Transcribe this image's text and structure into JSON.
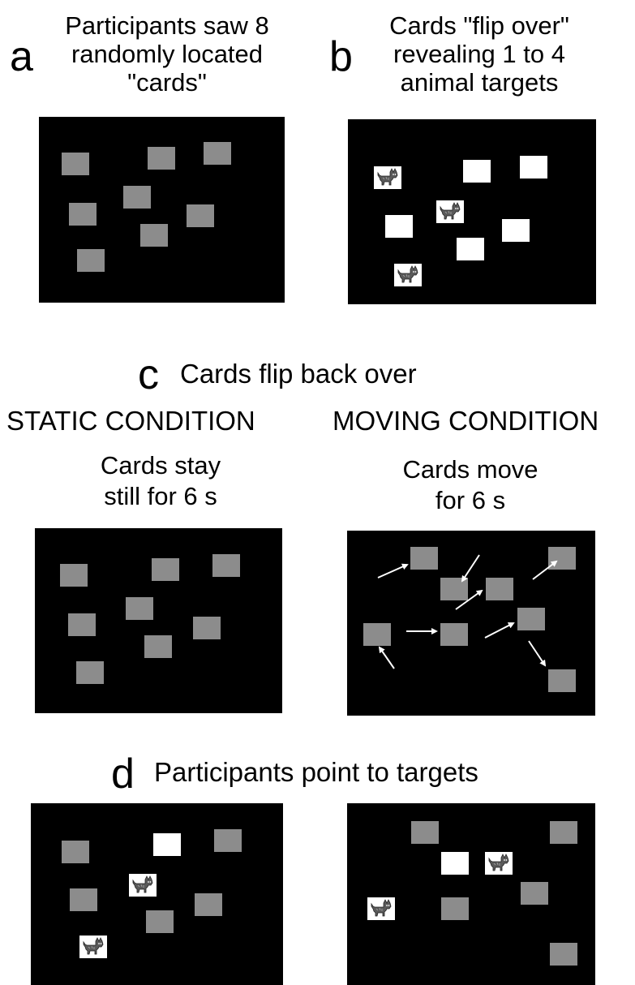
{
  "panels": {
    "a": {
      "letter": "a",
      "caption": [
        "Participants saw 8",
        "randomly located",
        "\"cards\""
      ]
    },
    "b": {
      "letter": "b",
      "caption": [
        "Cards \"flip over\"",
        "revealing 1 to 4",
        "animal targets"
      ]
    },
    "c": {
      "letter": "c",
      "caption": "Cards flip back over",
      "static": {
        "heading": "STATIC CONDITION",
        "caption": [
          "Cards stay",
          "still for 6 s"
        ]
      },
      "moving": {
        "heading": "MOVING CONDITION",
        "caption": [
          "Cards move",
          "for 6 s"
        ]
      }
    },
    "d": {
      "letter": "d",
      "caption": "Participants point to targets"
    }
  },
  "colors": {
    "screen": "#000000",
    "card_back": "#8c8c8c",
    "card_front": "#ffffff",
    "arrow": "#ffffff"
  },
  "icons": {
    "target": "cat-icon"
  }
}
